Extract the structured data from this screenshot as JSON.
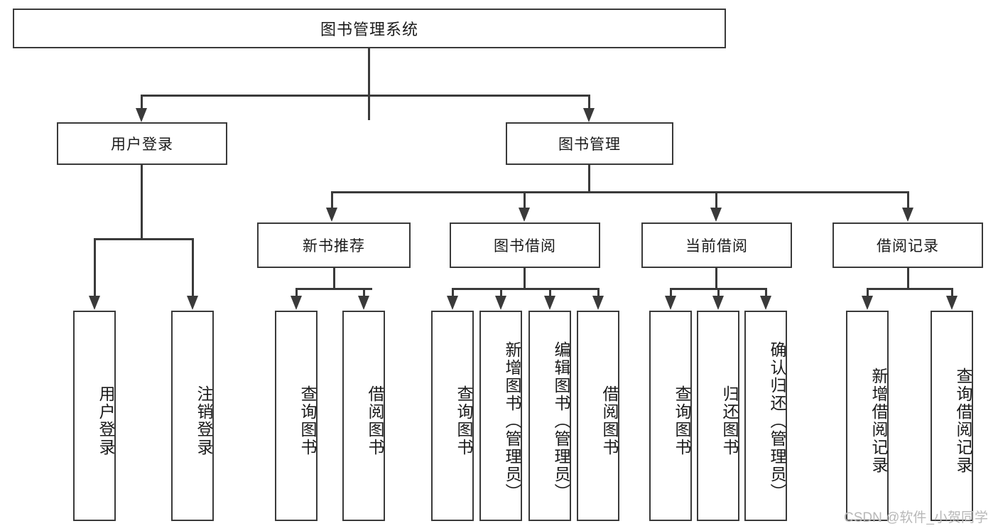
{
  "diagram": {
    "type": "tree-hierarchy",
    "title": "图书管理系统",
    "watermark": "CSDN @软件_小贺同学",
    "colors": {
      "stroke": "#3a3a3a",
      "fill": "#ffffff",
      "text": "#1a1a1a",
      "watermark": "#b8b8b8"
    },
    "root": {
      "label": "图书管理系统"
    },
    "level1": [
      {
        "label": "用户登录"
      },
      {
        "label": "图书管理"
      }
    ],
    "level2": [
      {
        "label": "新书推荐"
      },
      {
        "label": "图书借阅"
      },
      {
        "label": "当前借阅"
      },
      {
        "label": "借阅记录"
      }
    ],
    "leaves": {
      "user_login": [
        {
          "label": "用户登录"
        },
        {
          "label": "注销登录"
        }
      ],
      "new_book_recommend": [
        {
          "label": "查询图书"
        },
        {
          "label": "借阅图书"
        }
      ],
      "book_borrow": [
        {
          "label": "查询图书"
        },
        {
          "label": "新增图书（管理员）"
        },
        {
          "label": "编辑图书（管理员）"
        },
        {
          "label": "借阅图书"
        }
      ],
      "current_borrow": [
        {
          "label": "查询图书"
        },
        {
          "label": "归还图书"
        },
        {
          "label": "确认归还（管理员）"
        }
      ],
      "borrow_record": [
        {
          "label": "新增借阅记录"
        },
        {
          "label": "查询借阅记录"
        }
      ]
    }
  }
}
